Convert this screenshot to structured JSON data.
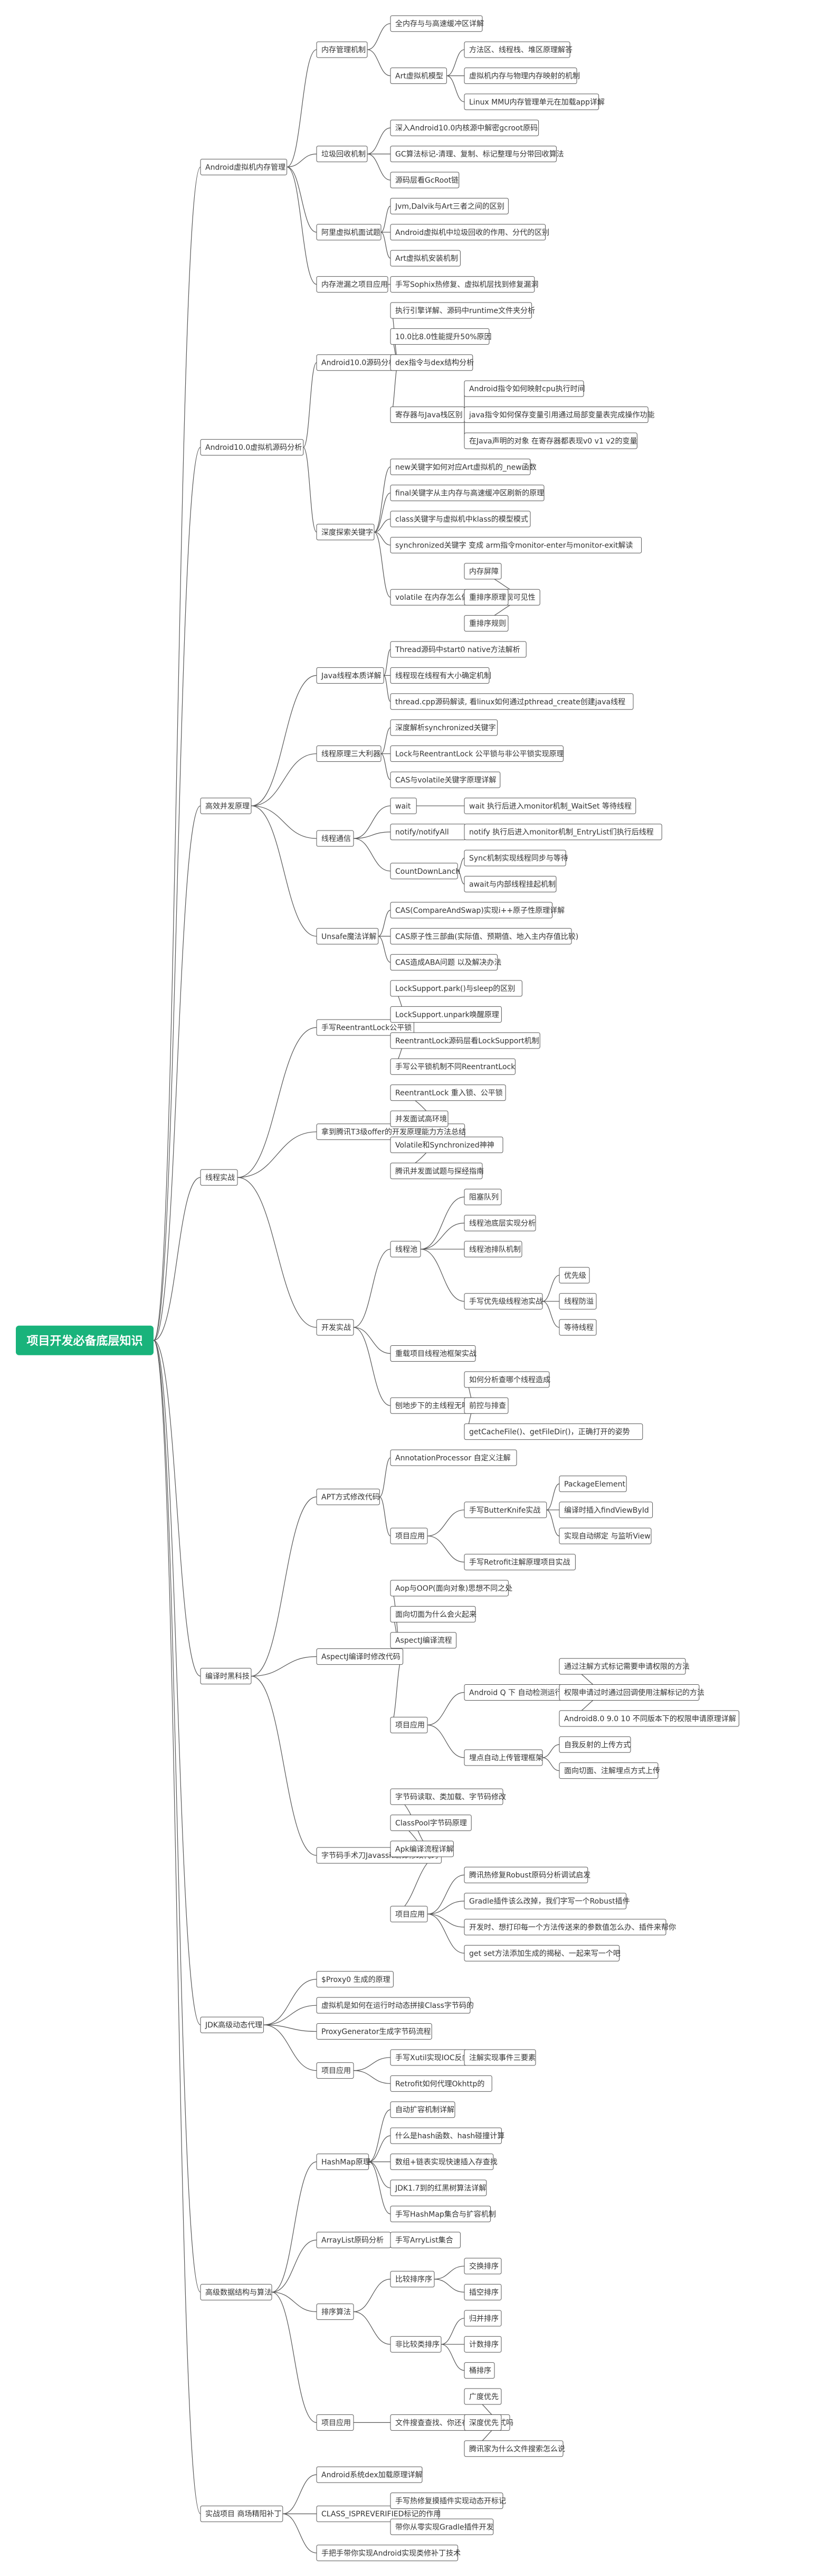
{
  "colors": {
    "root_fill": "#19b37b",
    "line": "#555555",
    "box_stroke": "#555555",
    "text": "#333333"
  },
  "root": {
    "label": "项目开发必备底层知识",
    "children": [
      {
        "label": "Android虚拟机内存管理",
        "children": [
          {
            "label": "内存管理机制",
            "children": [
              {
                "label": "全内存与与高速缓冲区详解"
              },
              {
                "label": "Art虚拟机模型",
                "children": [
                  {
                    "label": "方法区、线程栈、堆区原理解答"
                  },
                  {
                    "label": "虚拟机内存与物理内存映射的机制"
                  },
                  {
                    "label": "Linux MMU内存管理单元在加载app详解"
                  }
                ]
              }
            ]
          },
          {
            "label": "垃圾回收机制",
            "children": [
              {
                "label": "深入Android10.0内核源中解密gcroot原码"
              },
              {
                "label": "GC算法标记-清理、复制、标记整理与分带回收算法"
              },
              {
                "label": "源码层看GcRoot链"
              }
            ]
          },
          {
            "label": "阿里虚拟机面试题",
            "children": [
              {
                "label": "Jvm,Dalvik与Art三者之间的区别"
              },
              {
                "label": "Android虚拟机中垃圾回收的作用、分代的区别"
              },
              {
                "label": "Art虚拟机安装机制"
              }
            ]
          },
          {
            "label": "内存泄漏之项目应用",
            "children": [
              {
                "label": "手写Sophix热修复、虚拟机层找到修复漏洞"
              }
            ]
          }
        ]
      },
      {
        "label": "Android10.0虚拟机源码分析",
        "children": [
          {
            "label": "Android10.0源码分析",
            "children": [
              {
                "label": "执行引擎详解、源码中runtime文件夹分析"
              },
              {
                "label": "10.0比8.0性能提升50%原因"
              },
              {
                "label": "dex指令与dex结构分析"
              },
              {
                "label": "寄存器与Java栈区别",
                "children": [
                  {
                    "label": "Android指令如何映射cpu执行时间"
                  },
                  {
                    "label": "java指令如何保存变量引用通过局部变量表完成操作功能"
                  },
                  {
                    "label": "在Java声明的对象 在寄存器都表现v0 v1 v2的变量"
                  }
                ]
              }
            ]
          },
          {
            "label": "深度探索关键字",
            "children": [
              {
                "label": "new关键字如何对应Art虚拟机的_new函数"
              },
              {
                "label": "final关键字从主内存与高速缓冲区刷新的原理"
              },
              {
                "label": "class关键字与虚拟机中klass的模型模式"
              },
              {
                "label": "synchronized关键字 变成 arm指令monitor-enter与monitor-exit解读"
              },
              {
                "label": "volatile 在内存怎么做不同线程实现可见性",
                "children": [
                  {
                    "label": "内存屏障"
                  },
                  {
                    "label": "重排序原理"
                  },
                  {
                    "label": "重排序规则"
                  }
                ]
              }
            ]
          }
        ]
      },
      {
        "label": "高效并发原理",
        "children": [
          {
            "label": "Java线程本质详解",
            "children": [
              {
                "label": "Thread源码中start0 native方法解析"
              },
              {
                "label": "线程现在线程有大小确定机制"
              },
              {
                "label": "thread.cpp源码解读, 看linux如何通过pthread_create创建java线程"
              }
            ]
          },
          {
            "label": "线程原理三大利器",
            "children": [
              {
                "label": "深度解析synchronized关键字"
              },
              {
                "label": "Lock与ReentrantLock 公平锁与非公平锁实现原理"
              },
              {
                "label": "CAS与volatile关键字原理详解"
              }
            ]
          },
          {
            "label": "线程通信",
            "children": [
              {
                "label": "wait",
                "children": [
                  {
                    "label": "wait 执行后进入monitor机制_WaitSet 等待线程"
                  }
                ]
              },
              {
                "label": "notify/notifyAll",
                "children": [
                  {
                    "label": "notify 执行后进入monitor机制_EntryList们执行后线程"
                  }
                ]
              },
              {
                "label": "CountDownLanch",
                "children": [
                  {
                    "label": "Sync机制实现线程同步与等待"
                  },
                  {
                    "label": "await与内部线程挂起机制"
                  }
                ]
              }
            ]
          },
          {
            "label": "Unsafe魔法详解",
            "children": [
              {
                "label": "CAS(CompareAndSwap)实现i++原子性原理详解"
              },
              {
                "label": "CAS原子性三部曲(实际值、预期值、地入主内存值比较)"
              },
              {
                "label": "CAS造成ABA问题 以及解决办法"
              }
            ]
          }
        ]
      },
      {
        "label": "线程实战",
        "children": [
          {
            "label": "手写ReentrantLock公平锁",
            "children": [
              {
                "label": "LockSupport.park()与sleep的区别"
              },
              {
                "label": "LockSupport.unpark唤醒原理"
              },
              {
                "label": "ReentrantLock源码层看LockSupport机制"
              },
              {
                "label": "手写公平锁机制不同ReentrantLock"
              }
            ]
          },
          {
            "label": "拿到腾讯T3级offer的开发原理能力方法总结",
            "children": [
              {
                "label": "ReentrantLock 重入锁、公平锁"
              },
              {
                "label": "并发面试高环境"
              },
              {
                "label": "Volatile和Synchronized神神"
              },
              {
                "label": "腾讯并发面试题与探经指南"
              }
            ]
          },
          {
            "label": "开发实战",
            "children": [
              {
                "label": "线程池",
                "children": [
                  {
                    "label": "阻塞队列"
                  },
                  {
                    "label": "线程池底层实现分析"
                  },
                  {
                    "label": "线程池排队机制"
                  },
                  {
                    "label": "手写优先级线程池实战",
                    "children": [
                      {
                        "label": "优先级"
                      },
                      {
                        "label": "线程防溢"
                      },
                      {
                        "label": "等待线程"
                      }
                    ]
                  }
                ]
              },
              {
                "label": "重载项目线程池框架实战"
              },
              {
                "label": "刨地步下的主线程无响应",
                "children": [
                  {
                    "label": "如何分析查哪个线程造成"
                  },
                  {
                    "label": "前控与排查"
                  },
                  {
                    "label": "getCacheFile()、getFileDir()，正确打开的姿势"
                  }
                ]
              }
            ]
          }
        ]
      },
      {
        "label": "编译时黑科技",
        "children": [
          {
            "label": "APT方式修改代码",
            "children": [
              {
                "label": "AnnotationProcessor 自定义注解"
              },
              {
                "label": "项目应用",
                "children": [
                  {
                    "label": "手写ButterKnife实战",
                    "children": [
                      {
                        "label": "PackageElement"
                      },
                      {
                        "label": "编译时插入findViewById"
                      },
                      {
                        "label": "实现自动绑定 与监听View"
                      }
                    ]
                  },
                  {
                    "label": "手写Retrofit注解原理项目实战"
                  }
                ]
              }
            ]
          },
          {
            "label": "AspectJ编译时修改代码",
            "children": [
              {
                "label": "Aop与OOP(面向对象)思想不同之处"
              },
              {
                "label": "面向切面为什么会火起来"
              },
              {
                "label": "AspectJ编译流程"
              },
              {
                "label": "项目应用",
                "children": [
                  {
                    "label": "Android Q 下 自动检测运行权限与申请权限",
                    "children": [
                      {
                        "label": "通过注解方式标记需要申请权限的方法"
                      },
                      {
                        "label": "权限申请过时通过回调使用注解标记的方法"
                      },
                      {
                        "label": "Android8.0 9.0 10 不同版本下的权限申请原理详解"
                      }
                    ]
                  },
                  {
                    "label": "埋点自动上传管理框架",
                    "children": [
                      {
                        "label": "自我反射的上传方式"
                      },
                      {
                        "label": "面向切面、注解埋点方式上传"
                      }
                    ]
                  }
                ]
              }
            ]
          },
          {
            "label": "字节码手术刀Javassit编译修改代码",
            "children": [
              {
                "label": "字节码读取、类加载、字节码修改"
              },
              {
                "label": "ClassPool字节码原理"
              },
              {
                "label": "Apk编译流程详解"
              },
              {
                "label": "项目应用",
                "children": [
                  {
                    "label": "腾讯热修复Robust原码分析调试启发"
                  },
                  {
                    "label": "Gradle插件该么改掉，我们字写一个Robust插件"
                  },
                  {
                    "label": "开发时、想打印每一个方法传送来的参数值怎么办、插件来帮你"
                  },
                  {
                    "label": "get set方法添加生成的揭秘、一起来写一个吧"
                  }
                ]
              }
            ]
          }
        ]
      },
      {
        "label": "JDK高级动态代理",
        "children": [
          {
            "label": "$Proxy0 生成的原理"
          },
          {
            "label": "虚拟机是如何在运行时动态拼接Class字节码的"
          },
          {
            "label": "ProxyGenerator生成字节码流程"
          },
          {
            "label": "项目应用",
            "children": [
              {
                "label": "手写Xutil实现IOC反向注入",
                "children": [
                  {
                    "label": "注解实现事件三要素"
                  }
                ]
              },
              {
                "label": "Retrofit如何代理Okhttp的"
              }
            ]
          }
        ]
      },
      {
        "label": "高级数据结构与算法",
        "children": [
          {
            "label": "HashMap原理",
            "children": [
              {
                "label": "自动扩容机制详解"
              },
              {
                "label": "什么是hash函数、hash碰撞计算"
              },
              {
                "label": "数组+链表实现快速插入存查找"
              },
              {
                "label": "JDK1.7到的红黑树算法详解"
              },
              {
                "label": "手写HashMap集合与扩容机制"
              }
            ]
          },
          {
            "label": "ArrayList原码分析",
            "children": [
              {
                "label": "手写ArryList集合"
              }
            ]
          },
          {
            "label": "排序算法",
            "children": [
              {
                "label": "比较排序序",
                "children": [
                  {
                    "label": "交换排序"
                  },
                  {
                    "label": "插空排序"
                  }
                ]
              },
              {
                "label": "非比较类排序",
                "children": [
                  {
                    "label": "归并排序"
                  },
                  {
                    "label": "计数排序"
                  },
                  {
                    "label": "桶排序"
                  }
                ]
              }
            ]
          },
          {
            "label": "项目应用",
            "children": [
              {
                "label": "文件搜查查找、你还在用遍历方式吗",
                "children": [
                  {
                    "label": "广度优先"
                  },
                  {
                    "label": "深度优先"
                  },
                  {
                    "label": "腾讯家为什么文件搜索怎么说"
                  }
                ]
              }
            ]
          }
        ]
      },
      {
        "label": "实战项目 商场精阳补丁",
        "children": [
          {
            "label": "Android系统dex加载原理详解"
          },
          {
            "label": "CLASS_ISPREVERIFIED标记的作用",
            "children": [
              {
                "label": "手写热修复摸插件实现动态开标记"
              },
              {
                "label": "带你从零实现Gradle插件开发"
              }
            ]
          },
          {
            "label": "手把手带你实现Android实现类修补丁技术"
          }
        ]
      }
    ]
  }
}
